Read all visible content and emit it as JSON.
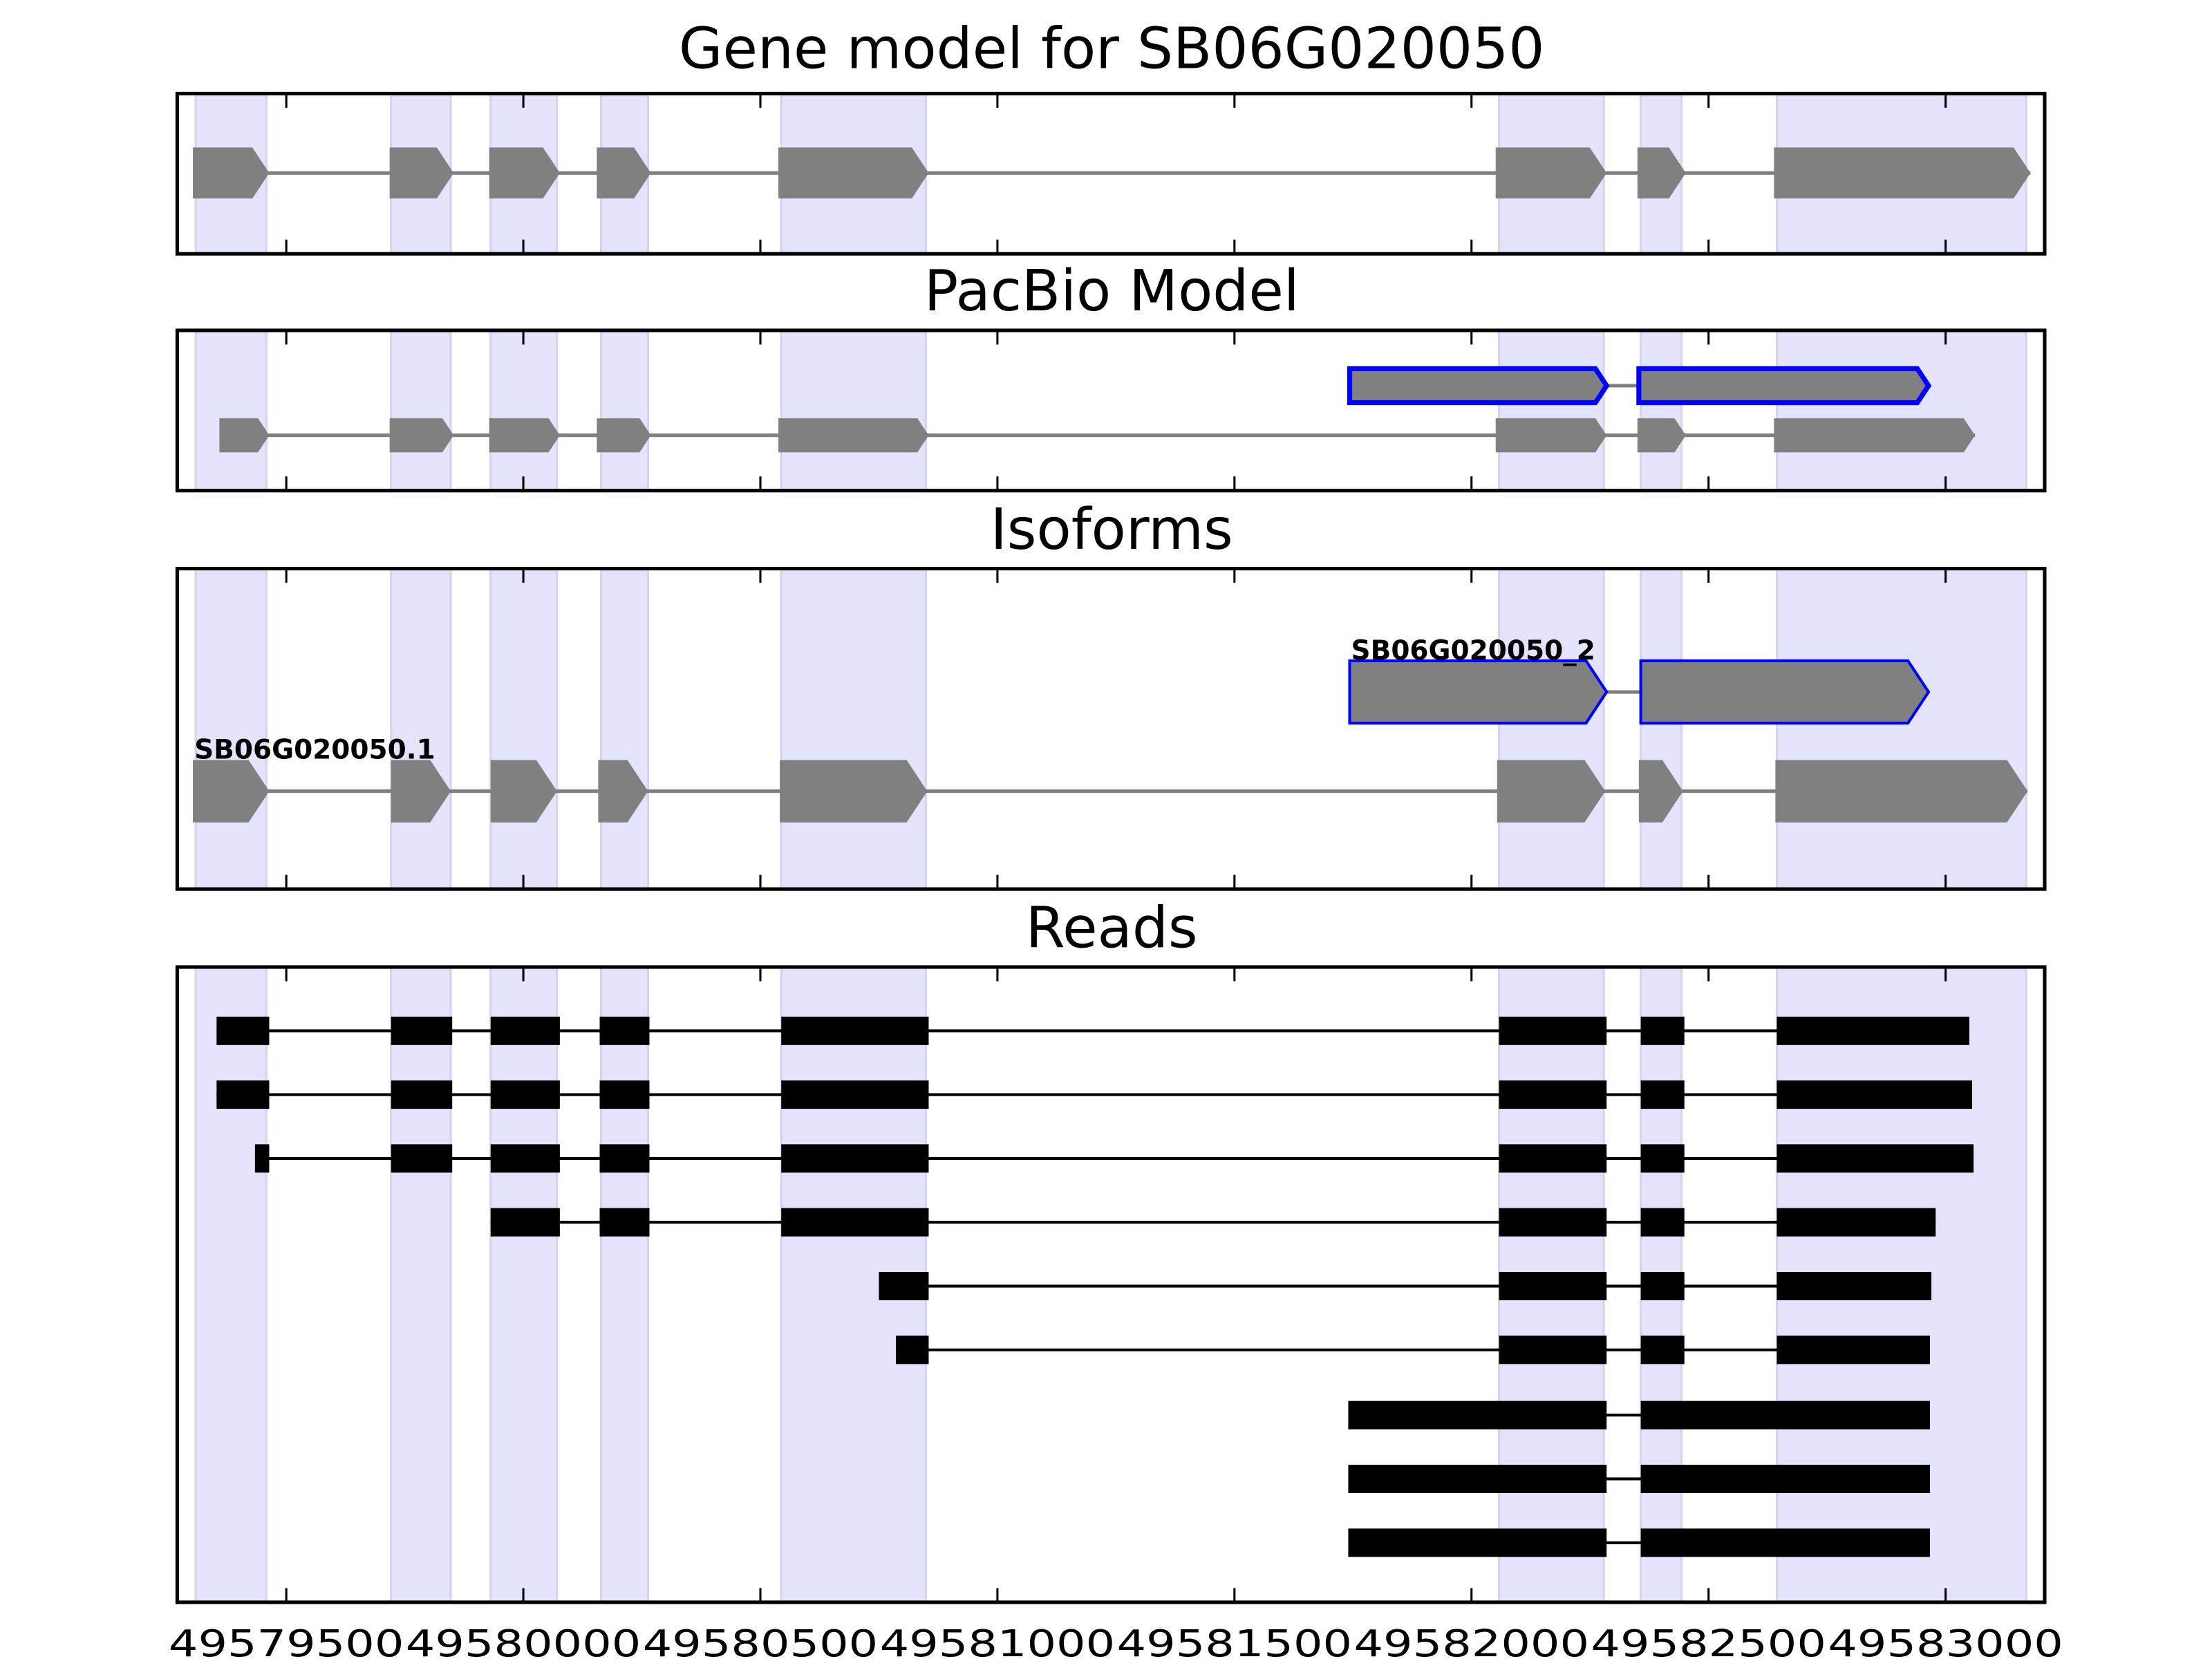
{
  "chart_data": {
    "type": "gene-track",
    "xlim": [
      49579270,
      49583209
    ],
    "xticks": [
      49579500,
      49580000,
      49580500,
      49581000,
      49581500,
      49582000,
      49582500,
      49583000
    ],
    "xtick_labels": [
      "49579500",
      "49580000",
      "49580500",
      "49581000",
      "49581500",
      "49582000",
      "49582500",
      "49583000"
    ],
    "shade_color": "#e3e3fb",
    "shaded_regions": [
      [
        49579309,
        49579458
      ],
      [
        49579721,
        49579847
      ],
      [
        49579931,
        49580071
      ],
      [
        49580164,
        49580263
      ],
      [
        49580544,
        49580849
      ],
      [
        49582058,
        49582279
      ],
      [
        49582357,
        49582443
      ],
      [
        49582644,
        49583170
      ]
    ],
    "panels": [
      {
        "title": "Gene model for SB06G020050",
        "style": "arrow",
        "tracks": [
          {
            "label": "",
            "highlight": false,
            "exons": [
              [
                49579303,
                49579464
              ],
              [
                49579718,
                49579853
              ],
              [
                49579928,
                49580077
              ],
              [
                49580155,
                49580269
              ],
              [
                49580538,
                49580855
              ],
              [
                49582051,
                49582285
              ],
              [
                49582350,
                49582452
              ],
              [
                49582638,
                49583179
              ]
            ]
          }
        ]
      },
      {
        "title": "PacBio Model",
        "style": "arrow",
        "tracks": [
          {
            "label": "",
            "highlight": true,
            "exons": [
              [
                49581743,
                49582285
              ],
              [
                49582353,
                49582964
              ]
            ]
          },
          {
            "label": "",
            "highlight": false,
            "exons": [
              [
                49579359,
                49579464
              ],
              [
                49579718,
                49579853
              ],
              [
                49579928,
                49580077
              ],
              [
                49580155,
                49580269
              ],
              [
                49580538,
                49580855
              ],
              [
                49582051,
                49582285
              ],
              [
                49582350,
                49582452
              ],
              [
                49582638,
                49583062
              ]
            ]
          }
        ]
      },
      {
        "title": "Isoforms",
        "style": "arrow",
        "tracks": [
          {
            "label": "SB06G020050_2",
            "highlight": true,
            "exons": [
              [
                49581743,
                49582285
              ],
              [
                49582357,
                49582964
              ]
            ]
          },
          {
            "label": "SB06G020050.1",
            "highlight": false,
            "exons": [
              [
                49579303,
                49579464
              ],
              [
                49579721,
                49579847
              ],
              [
                49579931,
                49580071
              ],
              [
                49580158,
                49580263
              ],
              [
                49580541,
                49580852
              ],
              [
                49582054,
                49582282
              ],
              [
                49582353,
                49582446
              ],
              [
                49582641,
                49583173
              ]
            ]
          }
        ]
      },
      {
        "title": "Reads",
        "style": "block",
        "tracks": [
          {
            "label": "",
            "highlight": false,
            "exons": [
              [
                49579353,
                49579464
              ],
              [
                49579721,
                49579850
              ],
              [
                49579931,
                49580077
              ],
              [
                49580161,
                49580266
              ],
              [
                49580544,
                49580855
              ],
              [
                49582058,
                49582285
              ],
              [
                49582357,
                49582449
              ],
              [
                49582644,
                49583050
              ]
            ]
          },
          {
            "label": "",
            "highlight": false,
            "exons": [
              [
                49579353,
                49579464
              ],
              [
                49579721,
                49579850
              ],
              [
                49579931,
                49580077
              ],
              [
                49580161,
                49580266
              ],
              [
                49580544,
                49580855
              ],
              [
                49582058,
                49582285
              ],
              [
                49582357,
                49582449
              ],
              [
                49582644,
                49583056
              ]
            ]
          },
          {
            "label": "",
            "highlight": false,
            "exons": [
              [
                49579434,
                49579464
              ],
              [
                49579721,
                49579850
              ],
              [
                49579931,
                49580077
              ],
              [
                49580161,
                49580266
              ],
              [
                49580544,
                49580855
              ],
              [
                49582058,
                49582285
              ],
              [
                49582357,
                49582449
              ],
              [
                49582644,
                49583059
              ]
            ]
          },
          {
            "label": "",
            "highlight": false,
            "exons": [
              [
                49579931,
                49580077
              ],
              [
                49580161,
                49580266
              ],
              [
                49580544,
                49580855
              ],
              [
                49582058,
                49582285
              ],
              [
                49582357,
                49582449
              ],
              [
                49582644,
                49582979
              ]
            ]
          },
          {
            "label": "",
            "highlight": false,
            "exons": [
              [
                49580750,
                49580855
              ],
              [
                49582058,
                49582285
              ],
              [
                49582357,
                49582449
              ],
              [
                49582644,
                49582970
              ]
            ]
          },
          {
            "label": "",
            "highlight": false,
            "exons": [
              [
                49580786,
                49580855
              ],
              [
                49582058,
                49582285
              ],
              [
                49582357,
                49582449
              ],
              [
                49582644,
                49582967
              ]
            ]
          },
          {
            "label": "",
            "highlight": false,
            "exons": [
              [
                49581740,
                49582285
              ],
              [
                49582357,
                49582967
              ]
            ]
          },
          {
            "label": "",
            "highlight": false,
            "exons": [
              [
                49581740,
                49582285
              ],
              [
                49582357,
                49582967
              ]
            ]
          },
          {
            "label": "",
            "highlight": false,
            "exons": [
              [
                49581740,
                49582285
              ],
              [
                49582357,
                49582967
              ]
            ]
          }
        ]
      }
    ],
    "colors": {
      "exon": "#808080",
      "read": "#000000",
      "highlight_edge": "#0000ff",
      "intron": "#808080"
    }
  }
}
